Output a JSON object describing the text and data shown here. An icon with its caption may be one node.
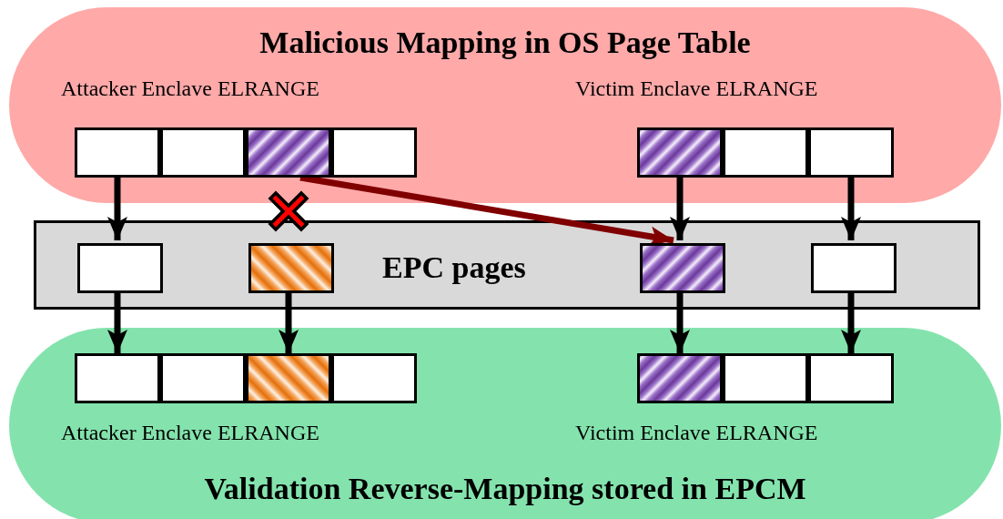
{
  "diagram": {
    "nodes": [
      {
        "text": [
          "Malicious Mapping in OS Page Table"
        ]
      },
      {
        "text": [
          "Attacker Enclave ELRANGE"
        ],
        "in": 0
      },
      {
        "text": [],
        "shape": "box",
        "in": 1
      },
      {
        "text": [],
        "shape": "box",
        "in": 1
      },
      {
        "text": [],
        "shape": "box",
        "in": 1
      },
      {
        "text": [],
        "shape": "box",
        "in": 1
      },
      {
        "text": [
          "Victim Enclave ELRANGE"
        ],
        "in": 0
      },
      {
        "text": [],
        "shape": "box",
        "in": 6
      },
      {
        "text": [],
        "shape": "box",
        "in": 6
      },
      {
        "text": [],
        "shape": "box",
        "in": 6
      },
      {
        "text": [
          "EPC pages"
        ]
      },
      {
        "text": [],
        "shape": "box",
        "in": 10
      },
      {
        "text": [],
        "shape": "box",
        "in": 10
      },
      {
        "text": [],
        "shape": "box",
        "in": 10
      },
      {
        "text": [],
        "shape": "box",
        "in": 10
      },
      {
        "text": [
          "Validation Reverse-Mapping stored in EPCM"
        ]
      },
      {
        "text": [
          "Attacker Enclave ELRANGE"
        ],
        "in": 15
      },
      {
        "text": [],
        "shape": "box",
        "in": 16
      },
      {
        "text": [],
        "shape": "box",
        "in": 16
      },
      {
        "text": [],
        "shape": "box",
        "in": 16
      },
      {
        "text": [],
        "shape": "box",
        "in": 16
      },
      {
        "text": [
          "Victim Enclave ELRANGE"
        ],
        "in": 15
      },
      {
        "text": [],
        "shape": "box",
        "in": 21
      },
      {
        "text": [],
        "shape": "box",
        "in": 21
      },
      {
        "text": [],
        "shape": "box",
        "in": 21
      }
    ],
    "edges": [
      {
        "from": 2,
        "to": 11,
        "arrow": "to"
      },
      {
        "from": 4,
        "to": 13,
        "arrow": "to",
        "color": "#800000"
      },
      {
        "from": 7,
        "to": 13,
        "arrow": "to"
      },
      {
        "from": 9,
        "to": 14,
        "arrow": "to"
      },
      {
        "from": 11,
        "to": 17,
        "arrow": "to"
      },
      {
        "from": 12,
        "to": 19,
        "arrow": "to"
      },
      {
        "from": 13,
        "to": 22,
        "arrow": "to"
      },
      {
        "from": 14,
        "to": 24,
        "arrow": "to"
      }
    ]
  }
}
